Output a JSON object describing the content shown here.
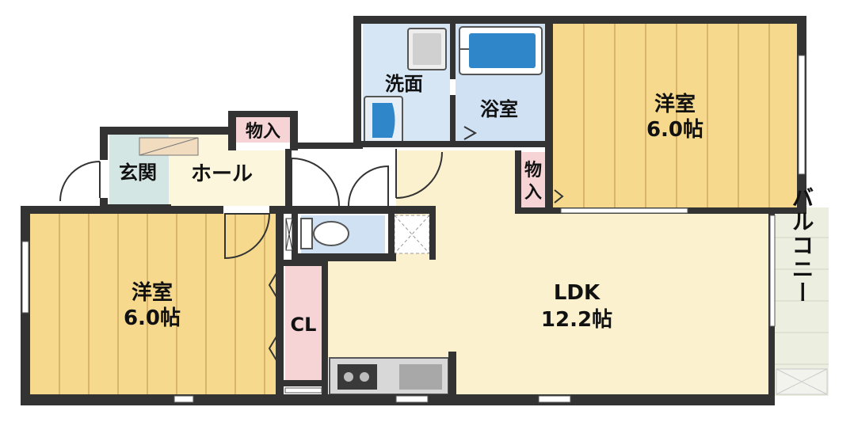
{
  "rooms": {
    "western_room_right": {
      "name": "洋室",
      "size": "6.0帖"
    },
    "western_room_left": {
      "name": "洋室",
      "size": "6.0帖"
    },
    "ldk": {
      "name": "LDK",
      "size": "12.2帖"
    },
    "washroom": {
      "name": "洗面"
    },
    "bathroom": {
      "name": "浴室"
    },
    "entrance": {
      "name": "玄関"
    },
    "hall": {
      "name": "ホール"
    },
    "storage_top": {
      "name": "物入"
    },
    "storage_side_1": {
      "name": "物"
    },
    "storage_side_2": {
      "name": "入"
    },
    "closet": {
      "name": "CL"
    },
    "balcony": {
      "name": "バルコニー"
    }
  },
  "colors": {
    "wall": "#333333",
    "wood_floor": "#f7d98e",
    "ldk_floor": "#fbf1cf",
    "wet_area": "#cfe1f3",
    "entrance_floor": "#d4e6e3",
    "hall_floor": "#fcf6dc",
    "closet_floor": "#f6d4d6",
    "balcony_floor": "#ecefe0"
  }
}
